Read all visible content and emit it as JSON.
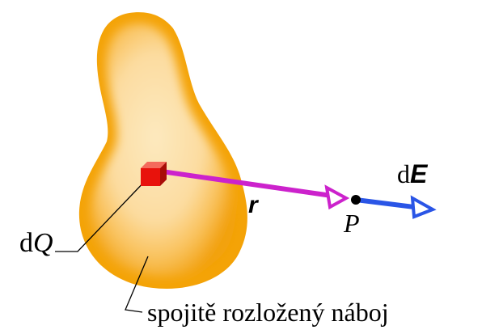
{
  "labels": {
    "charge_element_d": "d",
    "charge_element_q": "Q",
    "distance_vector": "r",
    "point": "P",
    "field_d": "d",
    "field_e": "E",
    "description": "spojitě rozložený náboj"
  },
  "colors": {
    "blob_outer": "#f6a900",
    "blob_inner": "#fde7b8",
    "charge_square": "#e8120c",
    "r_vector": "#cc22cc",
    "e_vector": "#2a55e6",
    "point": "#000000"
  }
}
